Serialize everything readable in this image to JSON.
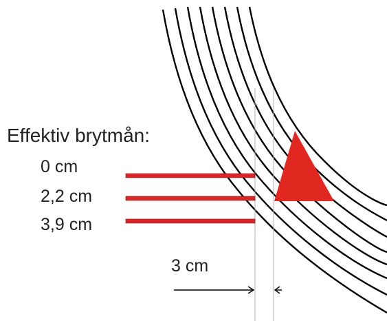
{
  "heading": "Effektiv brytmån:",
  "margins": [
    {
      "label": "0 cm"
    },
    {
      "label": "2,2 cm"
    },
    {
      "label": "3,9 cm"
    }
  ],
  "dimension": {
    "label": "3 cm"
  },
  "colors": {
    "track": "#000000",
    "bar": "#d8262b",
    "triangle": "#e12820",
    "guide": "#b0b0b0",
    "text": "#222222"
  }
}
